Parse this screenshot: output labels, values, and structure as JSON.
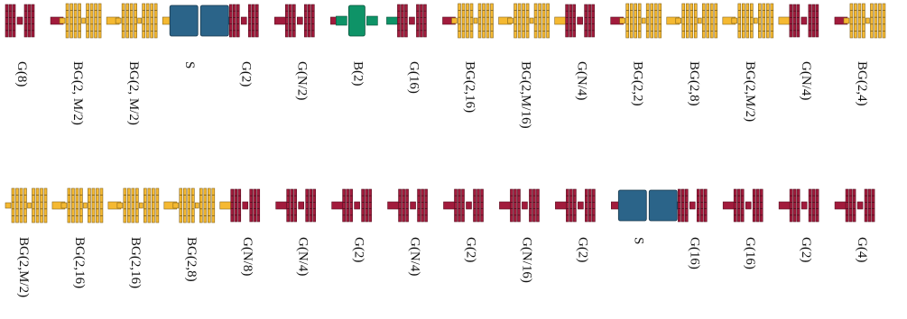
{
  "colors": {
    "G": "#A21B3C",
    "BG": "#F5B932",
    "S": "#2B6489",
    "B": "#0E9367",
    "block_outline": "#4a3a1a"
  },
  "legend_types": {
    "G": "red block",
    "BG": "yellow block",
    "S": "blue block",
    "B": "green block"
  },
  "rows": [
    {
      "blocks": [
        {
          "type": "G",
          "label": "G(8)"
        },
        {
          "type": "BG",
          "label": "BG(2, M/2)"
        },
        {
          "type": "BG",
          "label": "BG(2, M/2)"
        },
        {
          "type": "S",
          "label": "S"
        },
        {
          "type": "G",
          "label": "G(2)"
        },
        {
          "type": "G",
          "label": "G(N/2)"
        },
        {
          "type": "B",
          "label": "B(2)"
        },
        {
          "type": "G",
          "label": "G(16)"
        },
        {
          "type": "BG",
          "label": "BG(2,16)"
        },
        {
          "type": "BG",
          "label": "BG(2,M/16)"
        },
        {
          "type": "G",
          "label": "G(N/4)"
        },
        {
          "type": "BG",
          "label": "BG(2,2)"
        },
        {
          "type": "BG",
          "label": "BG(2,8)"
        },
        {
          "type": "BG",
          "label": "BG(2,M/2)"
        },
        {
          "type": "G",
          "label": "G(N/4)"
        },
        {
          "type": "BG",
          "label": "BG(2,4)"
        }
      ]
    },
    {
      "blocks": [
        {
          "type": "BG",
          "label": "BG(2,M/2)"
        },
        {
          "type": "BG",
          "label": "BG(2,16)"
        },
        {
          "type": "BG",
          "label": "BG(2,16)"
        },
        {
          "type": "BG",
          "label": "BG(2,8)"
        },
        {
          "type": "G",
          "label": "G(N/8)"
        },
        {
          "type": "G",
          "label": "G(N/4)"
        },
        {
          "type": "G",
          "label": "G(2)"
        },
        {
          "type": "G",
          "label": "G(N/4)"
        },
        {
          "type": "G",
          "label": "G(2)"
        },
        {
          "type": "G",
          "label": "G(N/16)"
        },
        {
          "type": "G",
          "label": "G(2)"
        },
        {
          "type": "S",
          "label": "S"
        },
        {
          "type": "G",
          "label": "G(16)"
        },
        {
          "type": "G",
          "label": "G(16)"
        },
        {
          "type": "G",
          "label": "G(2)"
        },
        {
          "type": "G",
          "label": "G(4)"
        }
      ]
    }
  ]
}
